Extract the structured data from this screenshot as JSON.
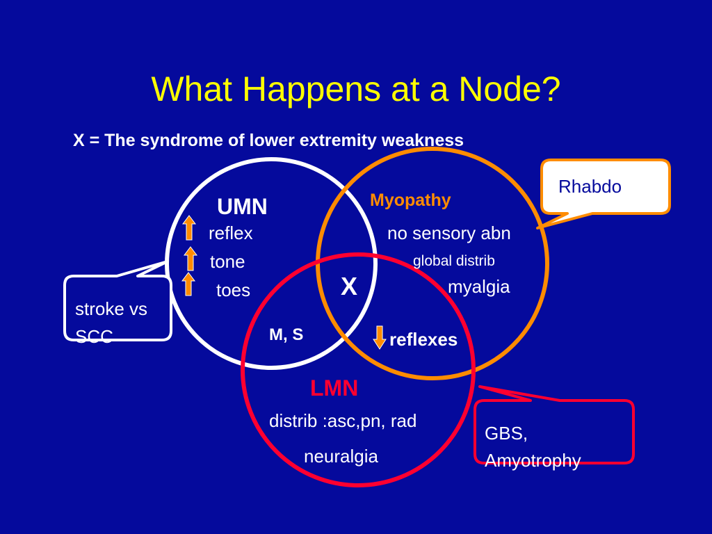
{
  "slide": {
    "title": "What Happens at a Node?",
    "subtitle": "X = The syndrome of lower extremity weakness"
  },
  "umn": {
    "label": "UMN",
    "items": [
      "reflex",
      "tone",
      "toes"
    ],
    "color": "#FFFFFF",
    "arrow_direction": "up"
  },
  "myopathy": {
    "label": "Myopathy",
    "items": [
      "no sensory abn",
      "global distrib",
      "myalgia"
    ],
    "color": "#FF8C00"
  },
  "lmn": {
    "label": "LMN",
    "items": [
      "distrib :asc,pn, rad",
      "neuralgia"
    ],
    "color": "#FF0030"
  },
  "overlaps": {
    "center": "X",
    "umn_lmn": "M, S",
    "myopathy_lmn": "reflexes",
    "myopathy_lmn_arrow": "down"
  },
  "callouts": {
    "rhabdo": "Rhabdo",
    "stroke": [
      "stroke vs",
      "SCC"
    ],
    "gbs": [
      "GBS,",
      "Amyotrophy"
    ]
  },
  "colors": {
    "background": "#050A9C",
    "title": "#FFFF00",
    "arrow_fill": "#FF8C00"
  }
}
